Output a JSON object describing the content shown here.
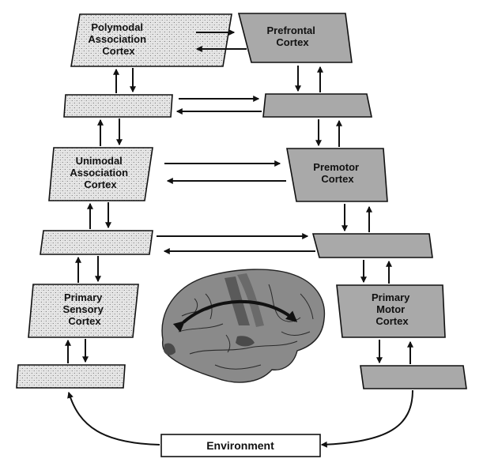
{
  "colors": {
    "sensory_fill": "#e6e6e6",
    "motor_fill": "#a9a9a9",
    "outline": "#111111",
    "environment_fill": "#ffffff",
    "brain_fill": "#8a8a8a",
    "brain_highlight": "#5a5a5a"
  },
  "sensory_hierarchy": {
    "polymodal": [
      "Polymodal",
      "Association",
      "Cortex"
    ],
    "unimodal": [
      "Unimodal",
      "Association",
      "Cortex"
    ],
    "primary": [
      "Primary",
      "Sensory",
      "Cortex"
    ]
  },
  "motor_hierarchy": {
    "prefrontal": [
      "Prefrontal",
      "Cortex"
    ],
    "premotor": [
      "Premotor",
      "Cortex"
    ],
    "primary": [
      "Primary",
      "Motor",
      "Cortex"
    ]
  },
  "environment": {
    "label": "Environment"
  },
  "brain": {
    "icon": "brain-lateral-view-icon"
  }
}
